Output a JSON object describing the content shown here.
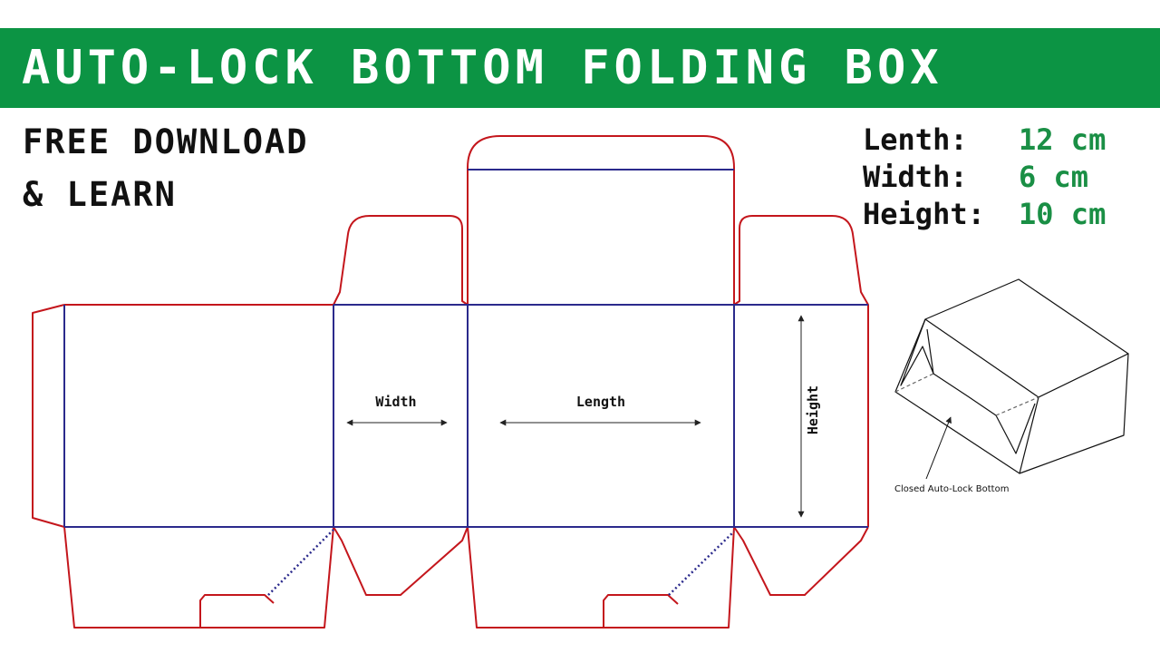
{
  "banner": {
    "title": "AUTO-LOCK BOTTOM FOLDING BOX"
  },
  "promo": {
    "line1": "FREE DOWNLOAD",
    "line2": "& LEARN"
  },
  "dimensions": [
    {
      "label": "Lenth:",
      "value": "12 cm"
    },
    {
      "label": "Width:",
      "value": "6 cm"
    },
    {
      "label": "Height:",
      "value": "10 cm"
    }
  ],
  "dieline": {
    "width_label": "Width",
    "length_label": "Length",
    "height_label": "Height",
    "cut_color": "#c4161c",
    "fold_color": "#2b2a8c"
  },
  "illustration": {
    "caption": "Closed Auto-Lock Bottom"
  },
  "colors": {
    "banner": "#0c9444",
    "value_text": "#1a8f45"
  }
}
